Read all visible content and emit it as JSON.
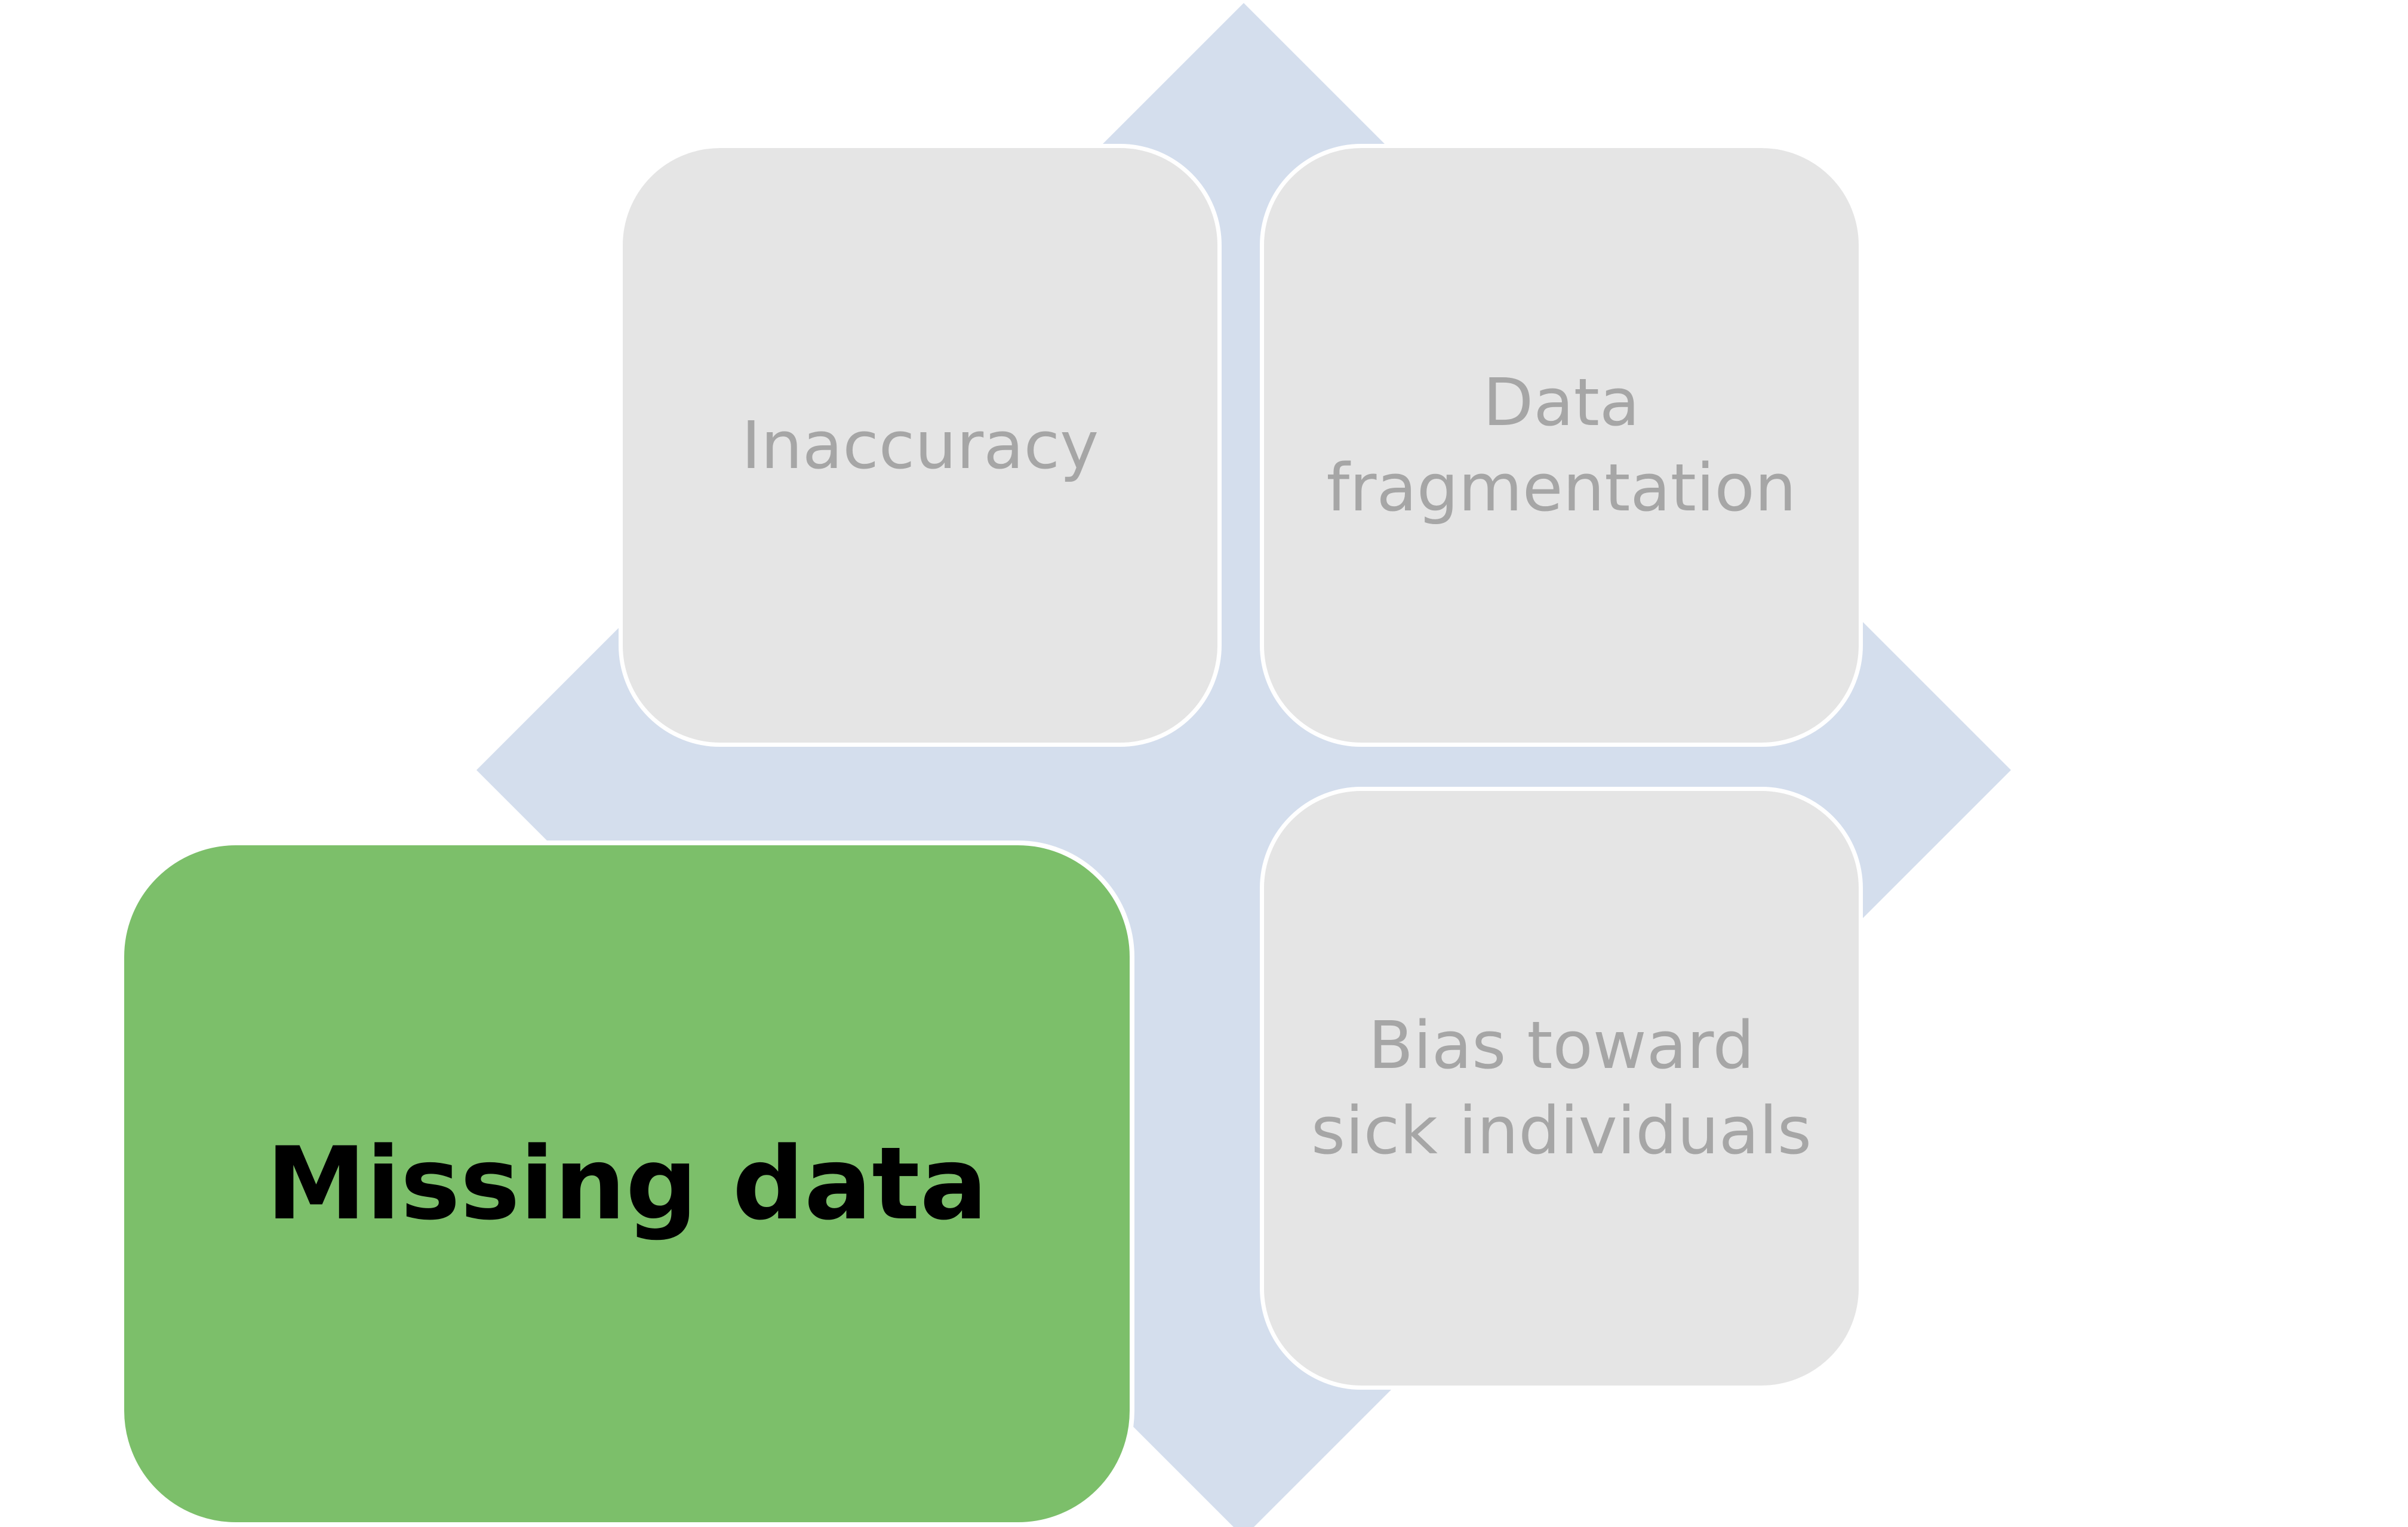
{
  "colors": {
    "background_diamond": "#d4deed",
    "inactive_box_fill": "#e5e5e5",
    "inactive_text": "#a6a6a6",
    "active_box_fill": "#7cbf6a",
    "active_text": "#000000",
    "box_border": "#ffffff"
  },
  "boxes": {
    "inaccuracy": {
      "label": "Inaccuracy",
      "active": false
    },
    "fragmentation": {
      "label": "Data\nfragmentation",
      "active": false
    },
    "bias": {
      "label": "Bias toward\nsick individuals",
      "active": false
    },
    "missing": {
      "label": "Missing data",
      "active": true
    }
  }
}
